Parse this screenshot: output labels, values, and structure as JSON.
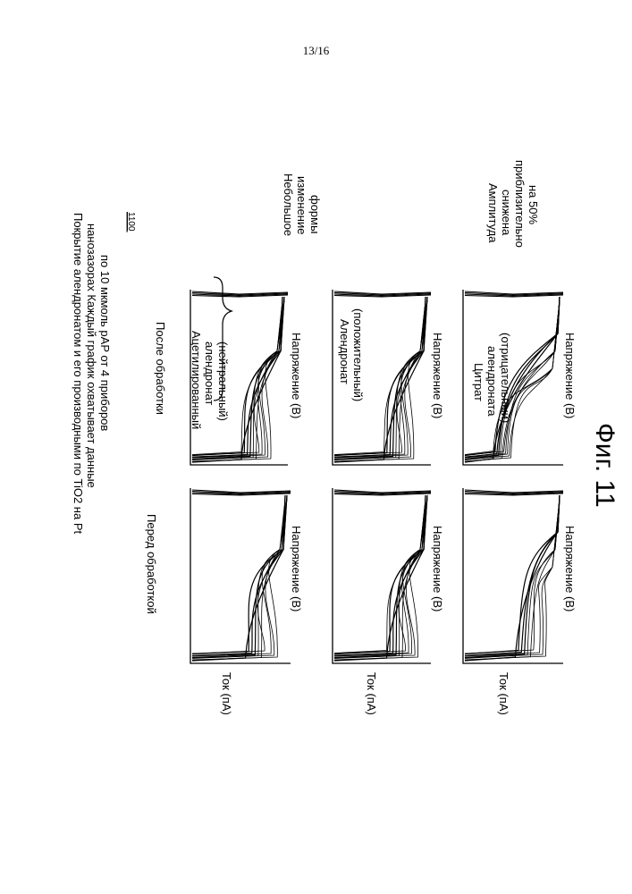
{
  "page_number": "13/16",
  "figure_label": "Фиг. 11",
  "figure_ref": "1100",
  "title_lines": [
    "Покрытие алендронатом и его производными по TiO2 на Pt",
    "нанозазорах Каждый график охватывает данные",
    "по 10 мкмоль pAP от 4 приборов"
  ],
  "column_headers": {
    "before": "Перед обработкой",
    "after": "После обработки"
  },
  "axis_labels": {
    "y": "Ток (пА)",
    "x": "Напряжение (В)"
  },
  "treatments": [
    {
      "lines": [
        "Ацетилированный",
        "алендронат",
        "(нейтральный)"
      ]
    },
    {
      "lines": [
        "Алендронат",
        "(положительный)"
      ]
    },
    {
      "lines": [
        "Цитрат",
        "алендроната",
        "(отрицательный)"
      ]
    }
  ],
  "notes": {
    "shape": [
      "Небольшое",
      "изменение",
      "формы"
    ],
    "amplitude": [
      "Амплитуда",
      "снижена",
      "приблизительно",
      "на 50%"
    ]
  }
}
